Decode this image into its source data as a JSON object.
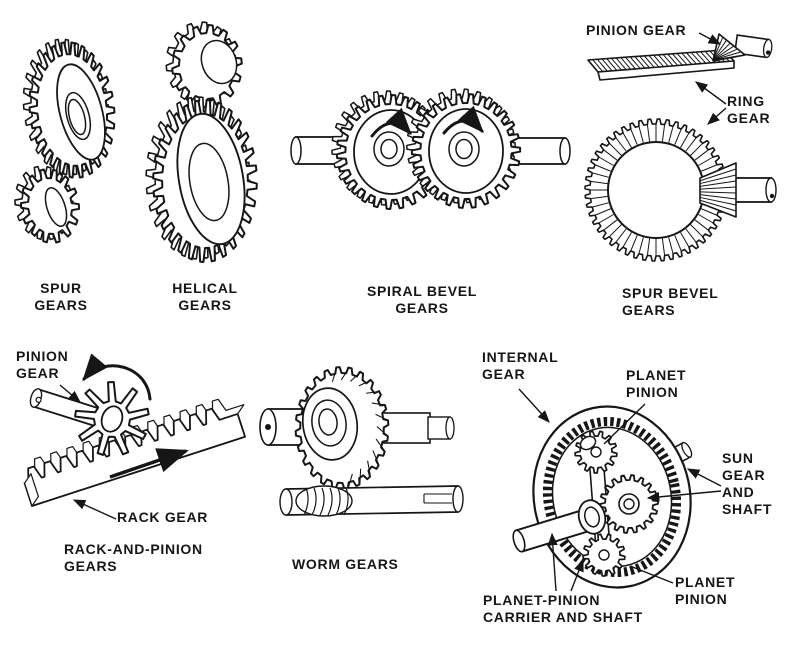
{
  "figure": {
    "captions": {
      "spur": "SPUR\nGEARS",
      "helical": "HELICAL\nGEARS",
      "spiral_bevel": "SPIRAL BEVEL\nGEARS",
      "spur_bevel": "SPUR BEVEL\nGEARS",
      "rack_and_pinion": "RACK-AND-PINION\nGEARS",
      "worm": "WORM GEARS"
    },
    "annotations": {
      "pinion_gear_bevel": "PINION GEAR",
      "ring_gear": "RING\nGEAR",
      "pinion_gear_rack": "PINION\nGEAR",
      "rack_gear": "RACK GEAR",
      "internal_gear": "INTERNAL\nGEAR",
      "planet_pinion_top": "PLANET\nPINION",
      "sun_gear_shaft": "SUN\nGEAR\nAND\nSHAFT",
      "planet_pinion_bottom": "PLANET\nPINION",
      "planet_pinion_carrier": "PLANET-PINION\nCARRIER AND SHAFT"
    },
    "colors": {
      "ink": "#161616",
      "background": "#ffffff"
    }
  }
}
